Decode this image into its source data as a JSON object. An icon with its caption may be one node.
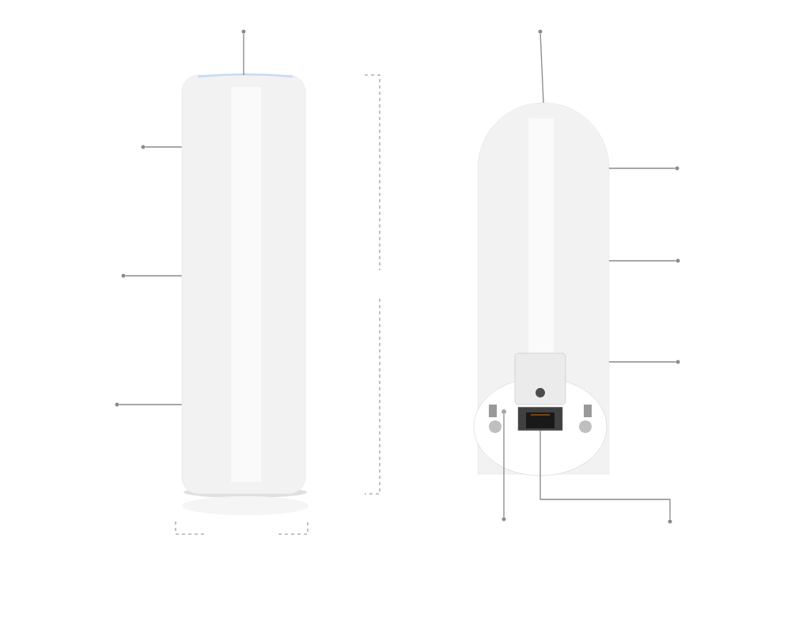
{
  "diagram": {
    "nodes": [
      {
        "text": [],
        "shape": "picture"
      },
      {
        "text": [],
        "shape": "picture"
      },
      {
        "text": [],
        "shape": "box",
        "in": 1
      },
      {
        "text": [],
        "shape": "circle",
        "in": 1
      },
      {
        "text": [],
        "shape": "circle"
      },
      {
        "text": [],
        "shape": "circle"
      },
      {
        "text": [],
        "shape": "circle"
      },
      {
        "text": [],
        "shape": "circle"
      },
      {
        "text": [],
        "shape": "circle"
      },
      {
        "text": [],
        "shape": "circle"
      },
      {
        "text": [],
        "shape": "circle"
      },
      {
        "text": [],
        "shape": "circle"
      },
      {
        "text": [],
        "shape": "circle"
      },
      {
        "text": [],
        "shape": "circle"
      }
    ],
    "edges": [
      {
        "from": 4,
        "to": 0,
        "arrow": "none"
      },
      {
        "from": 5,
        "to": 0,
        "arrow": "none"
      },
      {
        "from": 6,
        "to": 0,
        "arrow": "none"
      },
      {
        "from": 7,
        "to": 0,
        "arrow": "none"
      },
      {
        "from": 8,
        "to": 1,
        "arrow": "none"
      },
      {
        "from": 9,
        "to": 1,
        "arrow": "none"
      },
      {
        "from": 10,
        "to": 1,
        "arrow": "none"
      },
      {
        "from": 11,
        "to": 1,
        "arrow": "none"
      },
      {
        "from": 12,
        "to": 3,
        "arrow": "none"
      },
      {
        "from": 13,
        "to": 2,
        "arrow": "none"
      }
    ]
  }
}
